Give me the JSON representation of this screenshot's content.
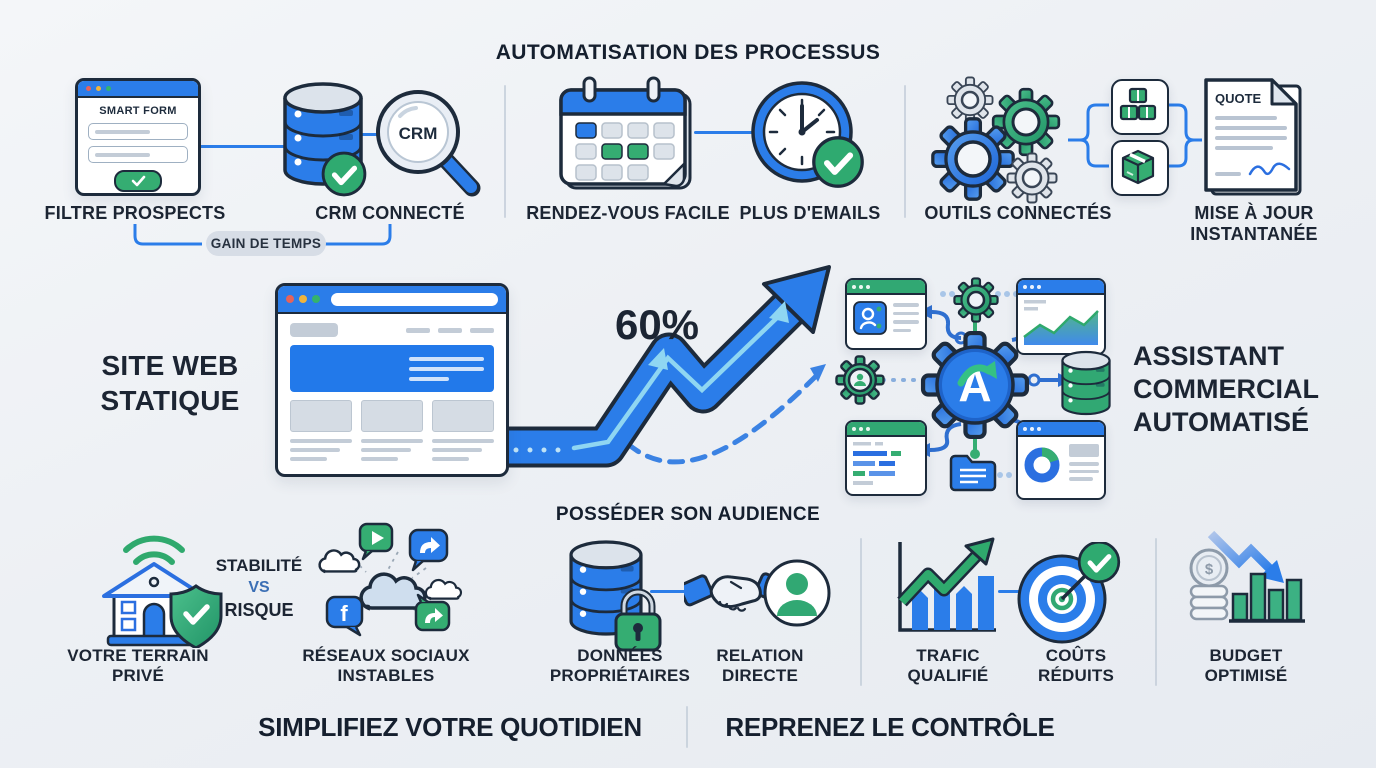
{
  "colors": {
    "primary_blue": "#2b7de9",
    "green": "#2fa96d",
    "navy": "#1d2b3c",
    "light_gray": "#d7dde6",
    "background": "#eef1f5"
  },
  "header": {
    "title": "AUTOMATISATION DES PROCESSUS"
  },
  "top": {
    "form_title": "SMART FORM",
    "crm_text": "CRM",
    "label_filtre": "FILTRE PROSPECTS",
    "label_crm": "CRM CONNECTÉ",
    "pill_gain": "GAIN DE TEMPS",
    "label_rdv": "RENDEZ-VOUS FACILE",
    "label_emails": "PLUS D'EMAILS",
    "label_outils": "OUTILS CONNECTÉS",
    "label_mise": "MISE À JOUR INSTANTANÉE",
    "doc_title": "QUOTE"
  },
  "middle": {
    "site_label": "SITE WEB STATIQUE",
    "percent": "60%",
    "hub_letter": "A",
    "assistant_label": "ASSISTANT COMMERCIAL AUTOMATISÉ"
  },
  "bottom": {
    "title": "POSSÉDER SON AUDIENCE",
    "label_terrain": "VOTRE TERRAIN PRIVÉ",
    "versus": {
      "a": "STABILITÉ",
      "vs": "VS",
      "b": "RISQUE"
    },
    "label_reseaux": "RÉSEAUX SOCIAUX INSTABLES",
    "facebook_f": "f",
    "label_donnees": "DONNÉES PROPRIÉTAIRES",
    "label_relation": "RELATION DIRECTE",
    "label_trafic": "TRAFIC QUALIFIÉ",
    "label_couts": "COÛTS RÉDUITS",
    "dollar": "$",
    "label_budget": "BUDGET OPTIMISÉ"
  },
  "footer": {
    "left": "SIMPLIFIEZ VOTRE QUOTIDIEN",
    "right": "REPRENEZ LE CONTRÔLE"
  }
}
